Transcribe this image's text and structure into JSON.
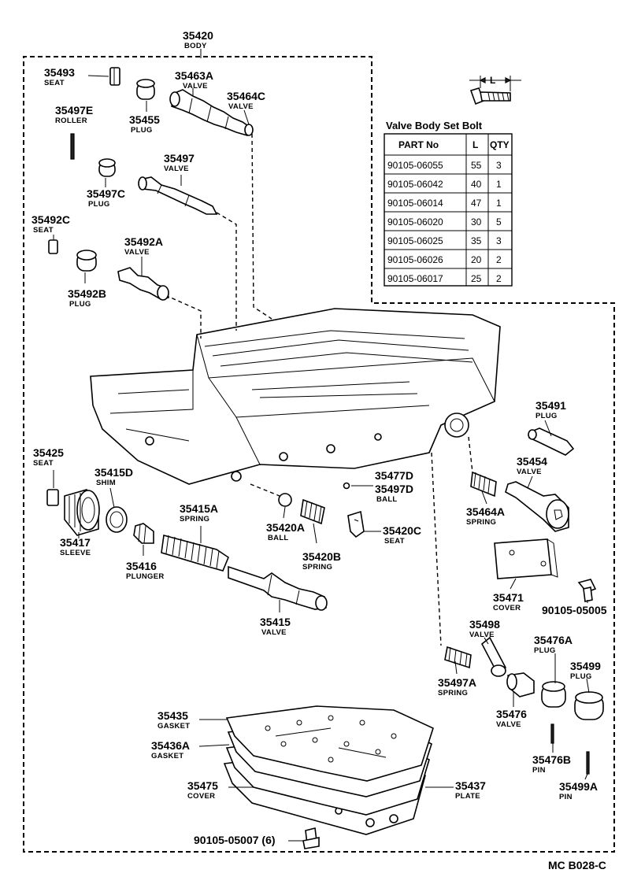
{
  "diagram": {
    "code": "MC B028-C",
    "parts": {
      "p35420": {
        "num": "35420",
        "name": "BODY"
      },
      "p35493": {
        "num": "35493",
        "name": "SEAT"
      },
      "p35463A": {
        "num": "35463A",
        "name": "VALVE"
      },
      "p35464C": {
        "num": "35464C",
        "name": "VALVE"
      },
      "p35497E": {
        "num": "35497E",
        "name": "ROLLER"
      },
      "p35455": {
        "num": "35455",
        "name": "PLUG"
      },
      "p35497": {
        "num": "35497",
        "name": "VALVE"
      },
      "p35497C": {
        "num": "35497C",
        "name": "PLUG"
      },
      "p35492C": {
        "num": "35492C",
        "name": "SEAT"
      },
      "p35492A": {
        "num": "35492A",
        "name": "VALVE"
      },
      "p35492B": {
        "num": "35492B",
        "name": "PLUG"
      },
      "p35491": {
        "num": "35491",
        "name": "PLUG"
      },
      "p35454": {
        "num": "35454",
        "name": "VALVE"
      },
      "p35464A": {
        "num": "35464A",
        "name": "SPRING"
      },
      "p35425": {
        "num": "35425",
        "name": "SEAT"
      },
      "p35415D": {
        "num": "35415D",
        "name": "SHIM"
      },
      "p35415A": {
        "num": "35415A",
        "name": "SPRING"
      },
      "p35477D": {
        "num": "35477D",
        "name": ""
      },
      "p35497D": {
        "num": "35497D",
        "name": "BALL"
      },
      "p35420A": {
        "num": "35420A",
        "name": "BALL"
      },
      "p35420C": {
        "num": "35420C",
        "name": "SEAT"
      },
      "p35420B": {
        "num": "35420B",
        "name": "SPRING"
      },
      "p35417": {
        "num": "35417",
        "name": "SLEEVE"
      },
      "p35416": {
        "num": "35416",
        "name": "PLUNGER"
      },
      "p35415": {
        "num": "35415",
        "name": "VALVE"
      },
      "p35471": {
        "num": "35471",
        "name": "COVER"
      },
      "p9010505005": {
        "num": "90105-05005",
        "name": ""
      },
      "p35498": {
        "num": "35498",
        "name": "VALVE"
      },
      "p35476A": {
        "num": "35476A",
        "name": "PLUG"
      },
      "p35499": {
        "num": "35499",
        "name": "PLUG"
      },
      "p35497A": {
        "num": "35497A",
        "name": "SPRING"
      },
      "p35476": {
        "num": "35476",
        "name": "VALVE"
      },
      "p35476B": {
        "num": "35476B",
        "name": "PIN"
      },
      "p35499A": {
        "num": "35499A",
        "name": "PIN"
      },
      "p35435": {
        "num": "35435",
        "name": "GASKET"
      },
      "p35436A": {
        "num": "35436A",
        "name": "GASKET"
      },
      "p35475": {
        "num": "35475",
        "name": "COVER"
      },
      "p35437": {
        "num": "35437",
        "name": "PLATE"
      },
      "p9010505007": {
        "num": "90105-05007 (6)",
        "name": ""
      }
    },
    "bolt_dim_label": "L",
    "bolt_table": {
      "title": "Valve Body Set Bolt",
      "headers": [
        "PART No",
        "L",
        "QTY"
      ],
      "rows": [
        [
          "90105-06055",
          "55",
          "3"
        ],
        [
          "90105-06042",
          "40",
          "1"
        ],
        [
          "90105-06014",
          "47",
          "1"
        ],
        [
          "90105-06020",
          "30",
          "5"
        ],
        [
          "90105-06025",
          "35",
          "3"
        ],
        [
          "90105-06026",
          "20",
          "2"
        ],
        [
          "90105-06017",
          "25",
          "2"
        ]
      ]
    }
  }
}
